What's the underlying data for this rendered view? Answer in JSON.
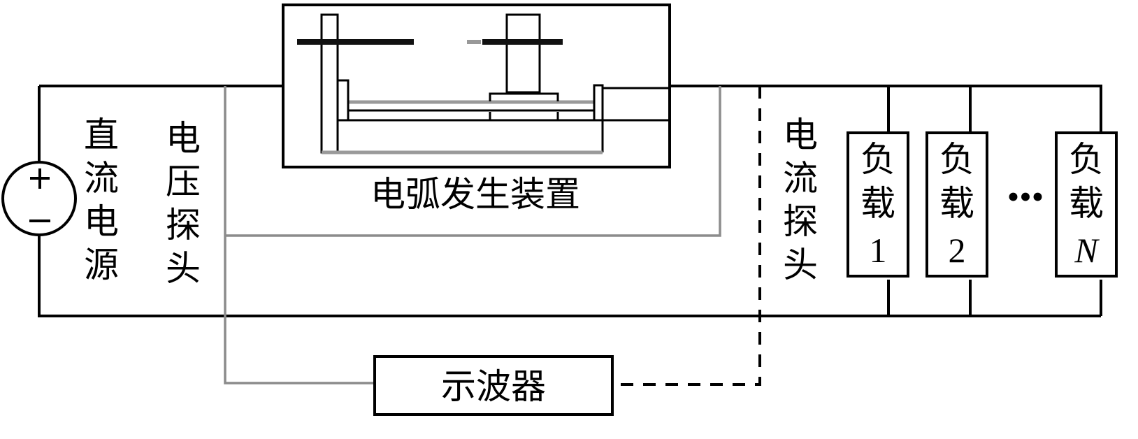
{
  "title": "电弧发生装置 实验电路示意图",
  "labels": {
    "dc_source": [
      "直",
      "流",
      "电",
      "源"
    ],
    "voltage_probe": [
      "电",
      "压",
      "探",
      "头"
    ],
    "current_probe": [
      "电",
      "流",
      "探",
      "头"
    ],
    "arc_device": "电弧发生装置",
    "oscilloscope": "示波器",
    "ellipsis": "•••"
  },
  "source_symbol": {
    "plus": "+",
    "minus": "−"
  },
  "loads": [
    {
      "name": [
        "负",
        "载"
      ],
      "index": "1",
      "italic": false
    },
    {
      "name": [
        "负",
        "载"
      ],
      "index": "2",
      "italic": false
    },
    {
      "name": [
        "负",
        "载"
      ],
      "index": "N",
      "italic": true
    }
  ],
  "colors": {
    "wire": "#000000",
    "probe_wire": "#8c8c8c",
    "background": "#ffffff"
  }
}
